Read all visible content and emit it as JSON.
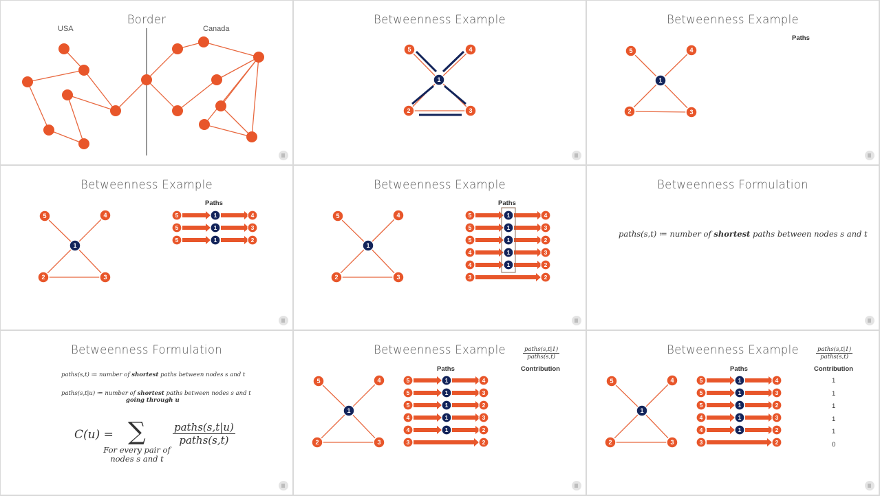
{
  "colors": {
    "orange": "#e8562a",
    "navy": "#13245a",
    "edge": "#e8683f"
  },
  "slides": [
    {
      "title": "Border",
      "labels": {
        "left": "USA",
        "right": "Canada"
      }
    },
    {
      "title": "Betweenness Example"
    },
    {
      "title": "Betweenness Example",
      "paths_header": "Paths"
    },
    {
      "title": "Betweenness Example",
      "paths_header": "Paths"
    },
    {
      "title": "Betweenness Example",
      "paths_header": "Paths"
    },
    {
      "title": "Betweenness Formulation",
      "formula": "paths(s,t) ≔ number of shortest paths between nodes s and t",
      "formula_parts": {
        "lhs": "paths(s,t) ≔ number of ",
        "bold": "shortest",
        "rhs": " paths between nodes s and t"
      }
    },
    {
      "title": "Betweenness Formulation",
      "line1": {
        "lhs": "paths(s,t) ≔ number of ",
        "bold": "shortest",
        "rhs": " paths between nodes s and t"
      },
      "line2": {
        "lhs": "paths(s,t|u) ≔ number of ",
        "bold": "shortest",
        "rhs": " paths between nodes s and t",
        "cont": "going through u"
      },
      "big": {
        "lhs": "C(u) =",
        "sum": "∑",
        "under1": "For every pair of",
        "under2": "nodes s and t",
        "num": "paths(s,t|u)",
        "den": "paths(s,t)"
      }
    },
    {
      "title": "Betweenness Example",
      "paths_header": "Paths",
      "frac_num": "paths(s,t|1)",
      "frac_den": "paths(s,t)",
      "contribution_header": "Contribution"
    },
    {
      "title": "Betweenness Example",
      "paths_header": "Paths",
      "frac_num": "paths(s,t|1)",
      "frac_den": "paths(s,t)",
      "contribution_header": "Contribution",
      "contributions": [
        "1",
        "1",
        "1",
        "1",
        "1",
        "0"
      ]
    }
  ],
  "nodes": {
    "n1": "1",
    "n2": "2",
    "n3": "3",
    "n4": "4",
    "n5": "5"
  },
  "path_rows_short": [
    [
      "5",
      "1",
      "4"
    ],
    [
      "5",
      "1",
      "3"
    ],
    [
      "5",
      "1",
      "2"
    ]
  ],
  "path_rows_full": [
    [
      "5",
      "1",
      "4"
    ],
    [
      "5",
      "1",
      "3"
    ],
    [
      "5",
      "1",
      "2"
    ],
    [
      "4",
      "1",
      "3"
    ],
    [
      "4",
      "1",
      "2"
    ],
    [
      "3",
      "",
      "2"
    ]
  ]
}
